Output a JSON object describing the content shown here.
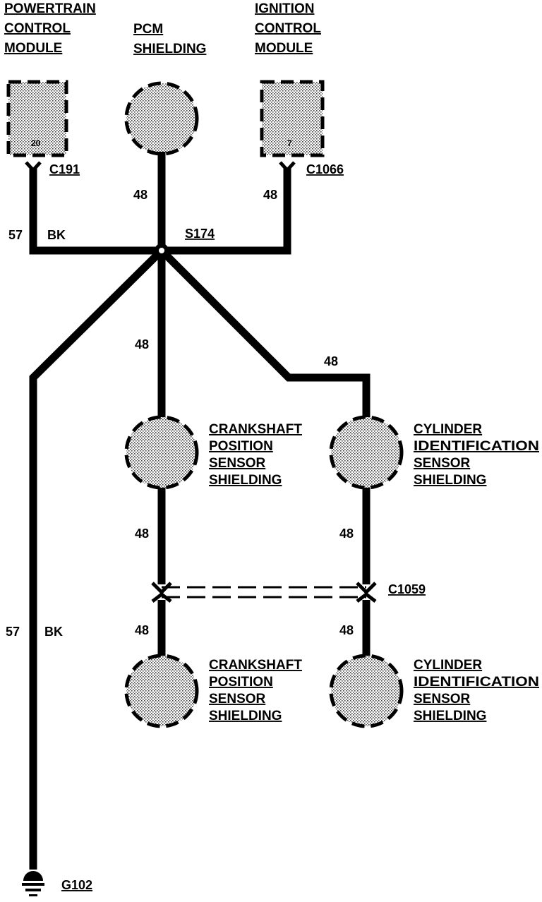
{
  "components": {
    "pcm": {
      "line1": "POWERTRAIN",
      "line2": "CONTROL",
      "line3": "MODULE",
      "pin": "20",
      "connector": "C191"
    },
    "pcm_shielding": {
      "line1": "PCM",
      "line2": "SHIELDING"
    },
    "icm": {
      "line1": "IGNITION",
      "line2": "CONTROL",
      "line3": "MODULE",
      "pin": "7",
      "connector": "C1066"
    },
    "ckp_upper": {
      "line1": "CRANKSHAFT",
      "line2": "POSITION",
      "line3": "SENSOR",
      "line4": "SHIELDING"
    },
    "cid_upper": {
      "line1": "CYLINDER",
      "line2": "IDENTIFICATION",
      "line3": "SENSOR",
      "line4": "SHIELDING"
    },
    "ckp_lower": {
      "line1": "CRANKSHAFT",
      "line2": "POSITION",
      "line3": "SENSOR",
      "line4": "SHIELDING"
    },
    "cid_lower": {
      "line1": "CYLINDER",
      "line2": "IDENTIFICATION",
      "line3": "SENSOR",
      "line4": "SHIELDING"
    }
  },
  "splice": "S174",
  "inline_connector": "C1059",
  "ground": "G102",
  "circuits": {
    "ground_circuit": "57",
    "ground_color": "BK",
    "shield_circuit": "48"
  }
}
